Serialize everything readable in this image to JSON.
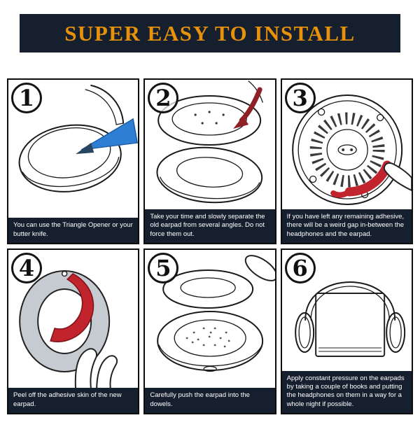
{
  "header": {
    "title": "SUPER EASY TO INSTALL"
  },
  "steps": [
    {
      "number": "1",
      "caption": "You can use the Triangle Opener or your butter knife."
    },
    {
      "number": "2",
      "caption": "Take your time and slowly separate the old earpad from several angles. Do not force them out."
    },
    {
      "number": "3",
      "caption": "If you have left any remaining adhesive, there will be a weird gap in-between the headphones and the earpad."
    },
    {
      "number": "4",
      "caption": "Peel off the adhesive skin of the new earpad."
    },
    {
      "number": "5",
      "caption": "Carefully push the earpad into the dowels."
    },
    {
      "number": "6",
      "caption": "Apply constant pressure on the earpads by taking a couple of books and putting the headphones on them in a way for a whole night if possible."
    }
  ],
  "illustrations": [
    "triangle-opener-inserted-into-earcup",
    "separating-old-earpad-from-earcup",
    "adhesive-residue-on-driver-plate",
    "peeling-adhesive-film-off-new-earpad",
    "pushing-earpad-onto-dowels",
    "headphones-pressed-on-book-stack"
  ],
  "colors": {
    "banner_bg": "#161f2e",
    "banner_text": "#e8910a",
    "caption_bg": "#161f2e",
    "caption_text": "#ffffff",
    "tool_blue": "#2e7ed3",
    "adhesive_red": "#c2242e",
    "wedge_maroon": "#8e2026",
    "line_ink": "#1a1a1a"
  }
}
